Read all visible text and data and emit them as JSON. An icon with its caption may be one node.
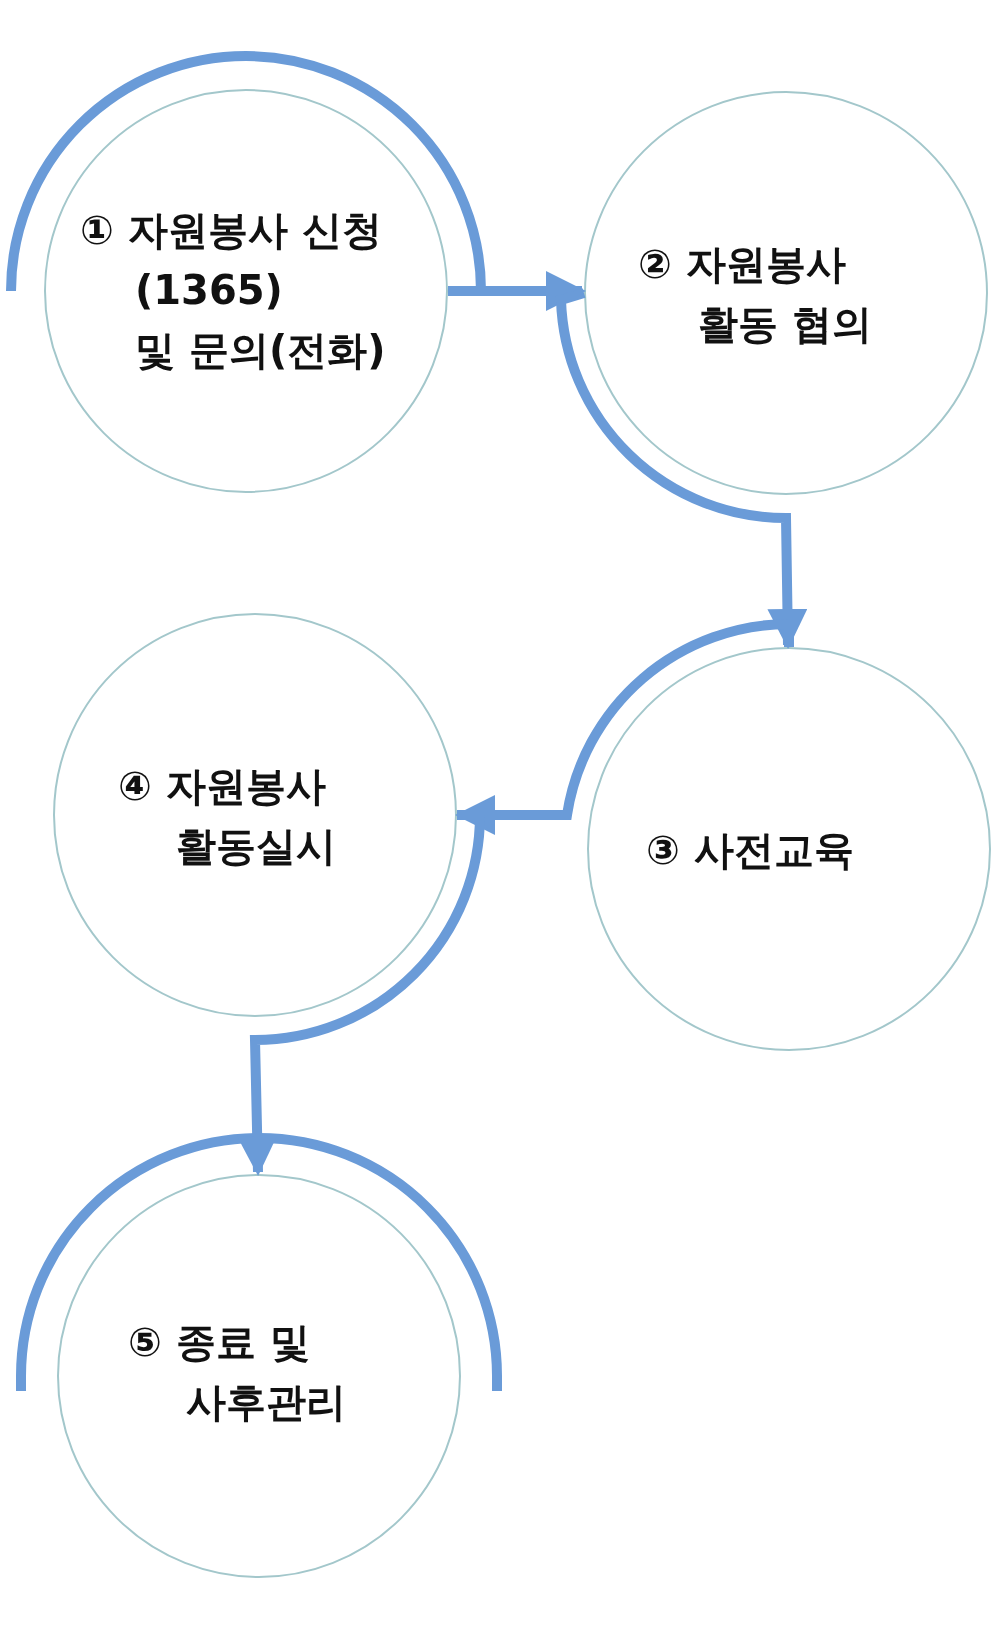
{
  "diagram": {
    "nodes": [
      {
        "text": [
          "① 자원봉사 신청 (1365) 및 문의(전화)"
        ]
      },
      {
        "text": [
          "② 자원봉사 활동 협의"
        ]
      },
      {
        "text": [
          "③ 사전교육"
        ]
      },
      {
        "text": [
          "④ 자원봉사 활동실시"
        ]
      },
      {
        "text": [
          "⑤ 종료 및 사후관리"
        ]
      }
    ],
    "edges": [
      {
        "from": 0,
        "to": 1,
        "arrow": "to"
      },
      {
        "from": 1,
        "to": 2,
        "arrow": "to"
      },
      {
        "from": 2,
        "to": 3,
        "arrow": "to"
      },
      {
        "from": 3,
        "to": 4,
        "arrow": "to"
      }
    ]
  }
}
